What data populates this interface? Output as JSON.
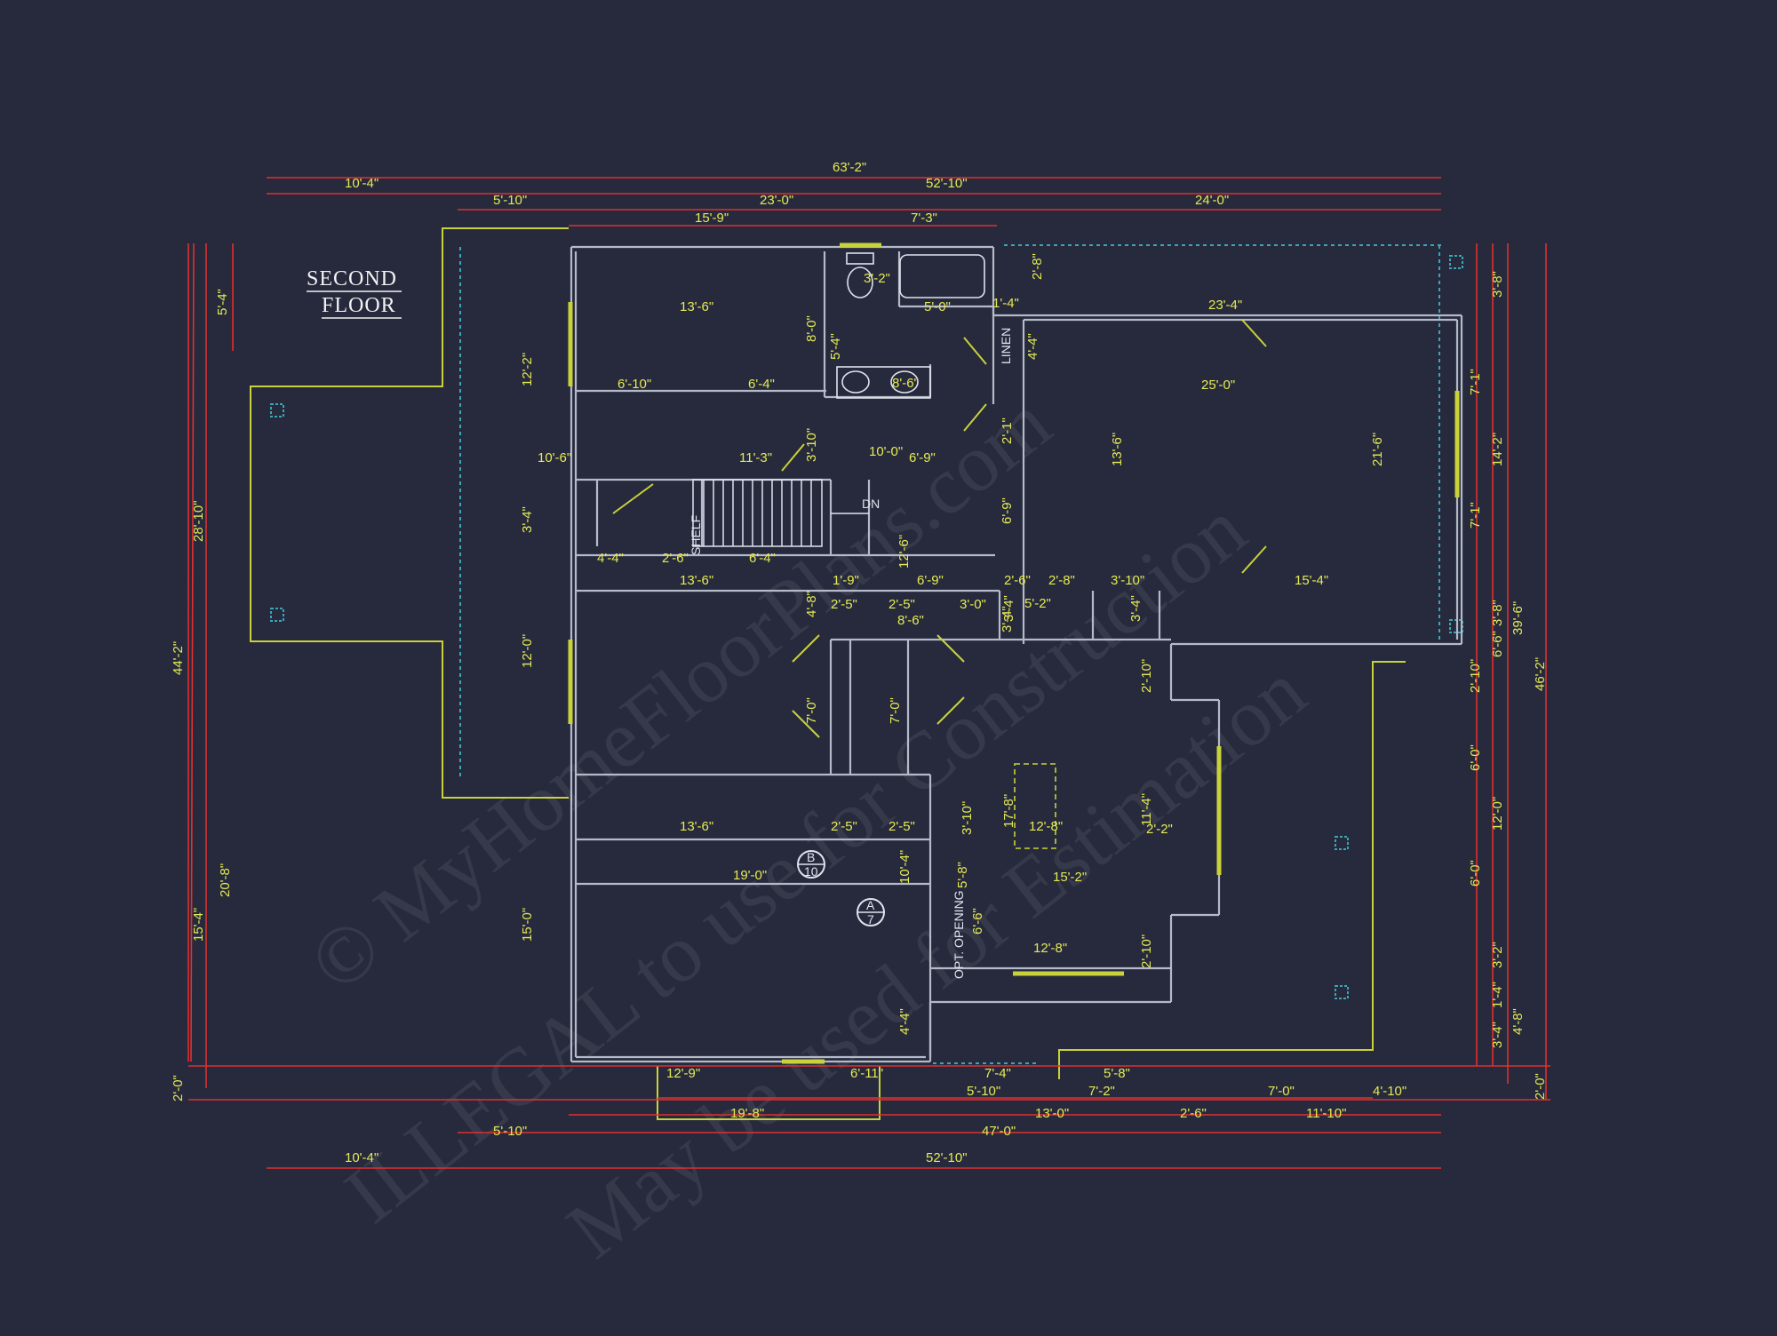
{
  "title": {
    "line1": "SECOND",
    "line2": "FLOOR"
  },
  "labels": {
    "linen": "LINEN",
    "down": "DN",
    "shelf": "SHELF",
    "opt_opening": "OPT. OPENING",
    "marker_b": "B",
    "marker_b_num": "10",
    "marker_a": "A",
    "marker_a_num": "7",
    "bath_label": "10'-0\""
  },
  "watermark": {
    "line1": "© MyHomeFloorPlans.com",
    "line2": "ILLEGAL to use for Construction",
    "line3": "May be used for Estimation"
  },
  "colors": {
    "background": "#262a3c",
    "walls": "#b4bac8",
    "dimension_lines": "#e03030",
    "dimension_text": "#e6ea55",
    "roof_outline": "#c9d23a",
    "eave_line": "#3aa7b7"
  },
  "dims": {
    "top": [
      "63'-2\"",
      "10'-4\"",
      "52'-10\"",
      "5'-10\"",
      "23'-0\"",
      "24'-0\"",
      "15'-9\"",
      "7'-3\""
    ],
    "bottom": [
      "12'-9\"",
      "6'-11\"",
      "7'-4\"",
      "5'-8\"",
      "5'-10\"",
      "7'-2\"",
      "7'-0\"",
      "4'-10\"",
      "19'-8\"",
      "13'-0\"",
      "2'-6\"",
      "11'-10\"",
      "5'-10\"",
      "47'-0\"",
      "10'-4\"",
      "52'-10\""
    ],
    "left": [
      "5'-4\"",
      "12'-2\"",
      "28'-10\"",
      "44'-2\"",
      "3'-4\"",
      "12'-0\"",
      "20'-8\"",
      "15'-4\"",
      "15'-0\"",
      "2'-0\""
    ],
    "right": [
      "3'-8\"",
      "7'-1\"",
      "14'-2\"",
      "7'-1\"",
      "3'-8\"",
      "39'-6\"",
      "6'-6\"",
      "46'-2\"",
      "2'-10\"",
      "6'-0\"",
      "12'-0\"",
      "6'-0\"",
      "3'-2\"",
      "1'-4\"",
      "3'-4\"",
      "4'-8\"",
      "2'-0\""
    ],
    "interior": [
      "13'-6\"",
      "6'-10\"",
      "6'-4\"",
      "10'-6\"",
      "11'-3\"",
      "3'-10\"",
      "6'-9\"",
      "4'-4\"",
      "2'-6\"",
      "6'-4\"",
      "13'-6\"",
      "1'-9\"",
      "6'-9\"",
      "2'-5\"",
      "2'-5\"",
      "3'-0\"",
      "8'-6\"",
      "13'-6\"",
      "2'-5\"",
      "2'-5\"",
      "19'-0\"",
      "3'-10\"",
      "12'-8\"",
      "15'-2\"",
      "12'-8\"",
      "23'-4\"",
      "25'-0\"",
      "13'-6\"",
      "21'-6\"",
      "15'-4\"",
      "2'-6\"",
      "2'-8\"",
      "3'-10\"",
      "5'-2\"",
      "1'-4\"",
      "3'-2\"",
      "5'-0\"",
      "8'-6\"",
      "2'-8\"",
      "8'-0\"",
      "5'-4\"",
      "4'-4\"",
      "2'-1\"",
      "6'-9\"",
      "12'-6\"",
      "3'-4\"",
      "4'-8\"",
      "3'-4\"",
      "3'-4\"",
      "2'-10\"",
      "7'-0\"",
      "7'-0\"",
      "17'-8\"",
      "11'-4\"",
      "2'-2\"",
      "10'-4\"",
      "5'-8\"",
      "6'-6\"",
      "2'-10\"",
      "4'-4\""
    ]
  }
}
